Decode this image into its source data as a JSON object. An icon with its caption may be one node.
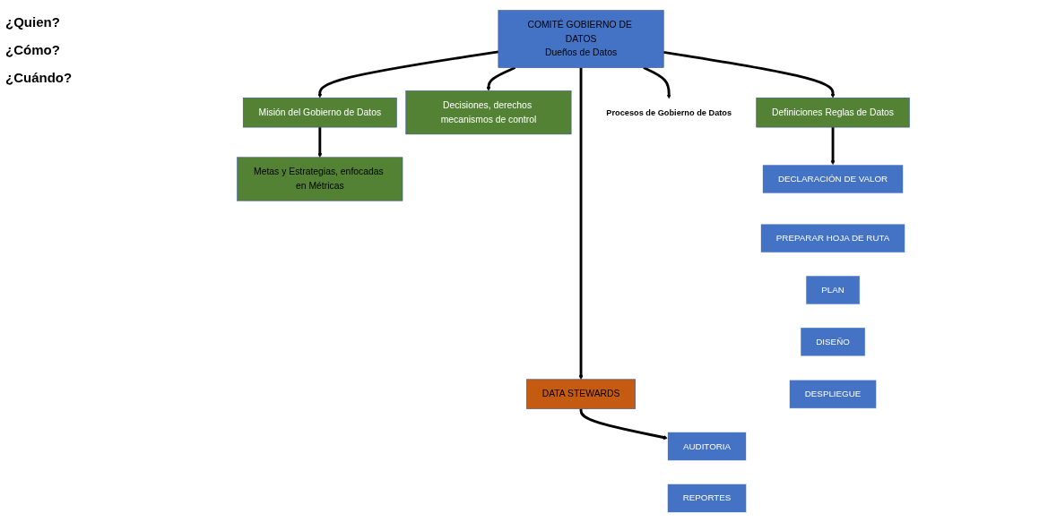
{
  "diagram": {
    "nodes": [
      {
        "text": [
          "Misión del Gobierno de Datos"
        ]
      },
      {
        "text": [
          "Metas y Estrategias, enfocadas en Métricas"
        ]
      },
      {
        "text": [
          "Decisiones, derechos mecanismos de control"
        ]
      },
      {
        "text": [
          "COMITÉ GOBIERNO DE DATOS",
          "Dueños de Datos"
        ]
      },
      {
        "text": [
          "Definiciones Reglas de Datos"
        ]
      },
      {
        "text": [
          "DATA STEWARDS"
        ]
      },
      {
        "text": [
          "Procesos de Gobierno de Datos"
        ]
      },
      {
        "text": [
          "DECLARACIÓN DE VALOR"
        ]
      },
      {
        "text": [
          "PREPARAR HOJA DE RUTA"
        ]
      },
      {
        "text": [
          "PLAN"
        ]
      },
      {
        "text": [
          "DISEÑO"
        ]
      },
      {
        "text": [
          "DESPLIEGUE"
        ]
      },
      {
        "text": [
          "AUDITORIA"
        ]
      },
      {
        "text": [
          "REPORTES"
        ]
      }
    ],
    "edges": [
      {
        "from": 0,
        "to": 1,
        "arrow": "to"
      },
      {
        "from": 3,
        "to": 0,
        "arrow": "to"
      },
      {
        "from": 3,
        "to": 2,
        "arrow": "to"
      },
      {
        "from": 3,
        "to": 4,
        "arrow": "to"
      },
      {
        "from": 3,
        "to": 5,
        "arrow": "to"
      },
      {
        "from": 3,
        "to": 6,
        "arrow": "to"
      },
      {
        "from": 4,
        "to": 7,
        "arrow": "to"
      },
      {
        "from": 5,
        "to": 12,
        "arrow": "to"
      }
    ],
    "labels": [
      "¿Quien?",
      "¿Cómo?",
      "¿Cuándo?"
    ]
  }
}
